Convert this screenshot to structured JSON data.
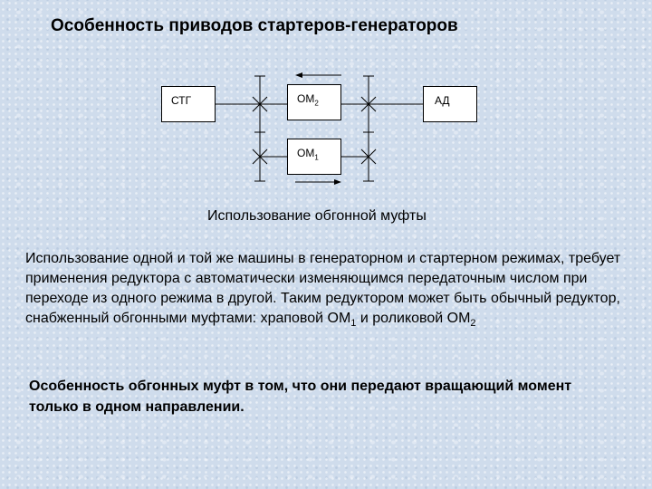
{
  "title": "Особенность приводов стартеров-генераторов",
  "diagram": {
    "stg_label": "СТГ",
    "om2_label": "ОМ",
    "om2_sub": "2",
    "om1_label": "ОМ",
    "om1_sub": "1",
    "ad_label": "АД"
  },
  "caption": "Использование обгонной муфты",
  "paragraph": {
    "text_before_om1": "Использование одной и той же машины в генераторном и стартерном режимах, требует применения редуктора с автоматически изменяющимся передаточным числом при переходе из одного режима в другой. Таким редуктором может быть обычный редуктор, снабженный обгонными муфтами: храповой ОМ",
    "om1_sub": "1",
    "text_between": " и роликовой ОМ",
    "om2_sub": "2"
  },
  "note": "Особенность обгонных муфт в том, что они передают вращающий момент только в одном направлении."
}
